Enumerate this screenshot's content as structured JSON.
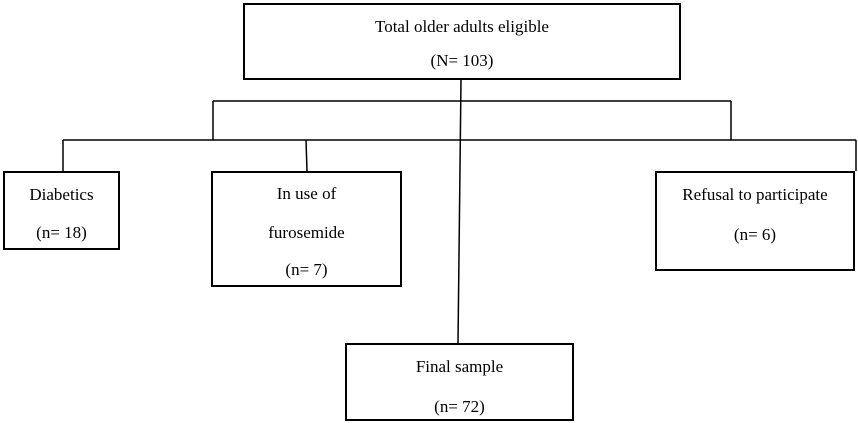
{
  "flowchart": {
    "total": {
      "label": "Total older adults eligible",
      "count": "(N= 103)"
    },
    "diabetics": {
      "label": "Diabetics",
      "count": "(n= 18)"
    },
    "furosemide": {
      "label_line1": "In use of",
      "label_line2": "furosemide",
      "count": "(n= 7)"
    },
    "refusal": {
      "label": "Refusal to participate",
      "count": "(n= 6)"
    },
    "final": {
      "label": "Final sample",
      "count": "(n= 72)"
    }
  }
}
